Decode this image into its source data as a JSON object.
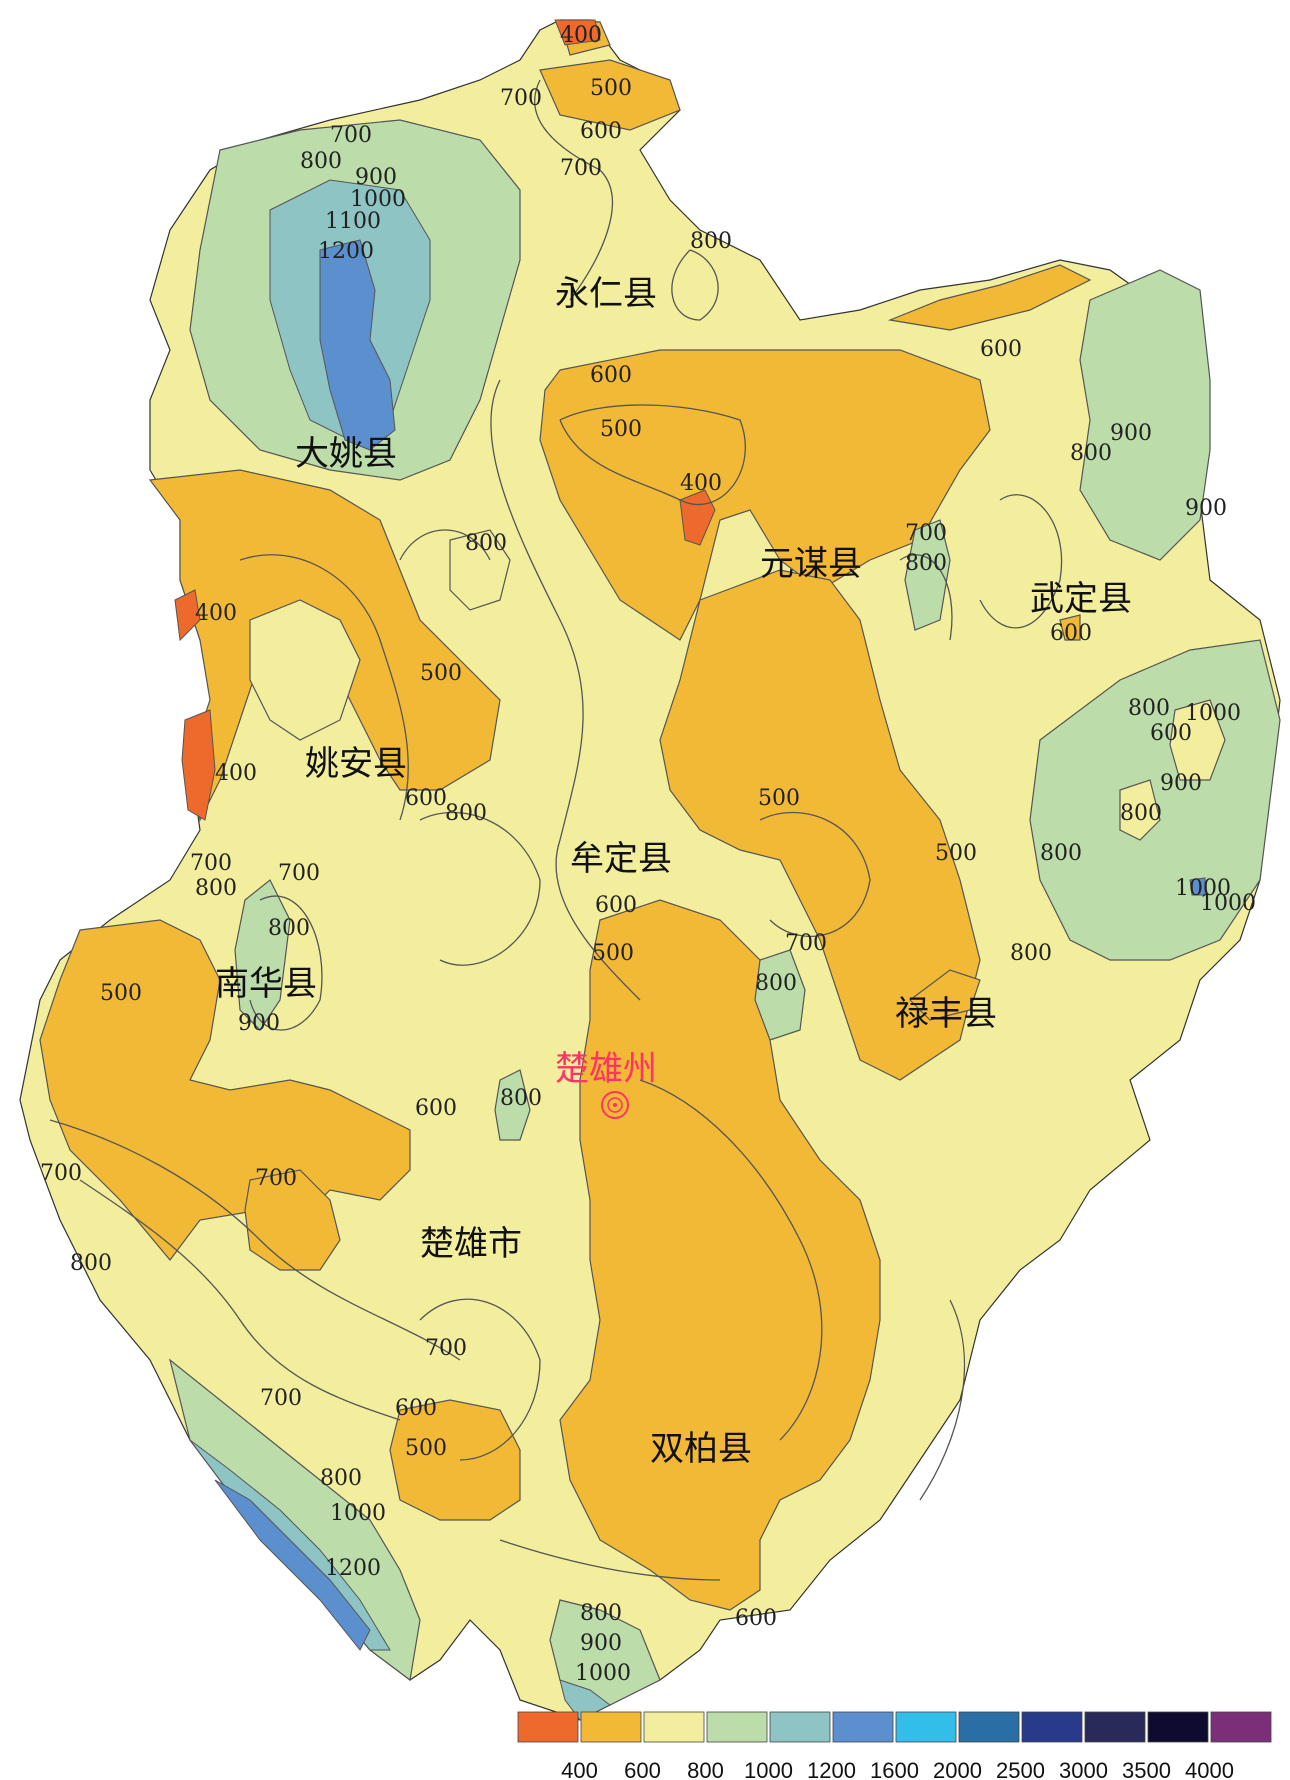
{
  "colors": {
    "background": "#ffffff",
    "land": "#f3ee9d",
    "band_400": "#ee6a2c",
    "band_500_600": "#f2b936",
    "band_800_1000": "#bcdcaa",
    "band_1000_1200": "#8ec4c4",
    "band_1200_1600": "#5b8fcd",
    "capital": "#ff3366",
    "contour_line": "#555555"
  },
  "counties": [
    {
      "name": "永仁县"
    },
    {
      "name": "大姚县"
    },
    {
      "name": "元谋县"
    },
    {
      "name": "武定县"
    },
    {
      "name": "姚安县"
    },
    {
      "name": "牟定县"
    },
    {
      "name": "南华县"
    },
    {
      "name": "禄丰县"
    },
    {
      "name": "楚雄市"
    },
    {
      "name": "双柏县"
    }
  ],
  "capital": {
    "name": "楚雄州",
    "icon": "capital-target-icon"
  },
  "contour_labels": [
    "400",
    "500",
    "700",
    "600",
    "700",
    "700",
    "800",
    "900",
    "1000",
    "1100",
    "1200",
    "800",
    "600",
    "600",
    "500",
    "400",
    "800",
    "700",
    "800",
    "900",
    "800",
    "900",
    "600",
    "400",
    "500",
    "400",
    "600",
    "800",
    "700",
    "800",
    "900",
    "500",
    "700",
    "800",
    "500",
    "600",
    "500",
    "800",
    "600",
    "700",
    "800",
    "500",
    "1000",
    "900",
    "800",
    "1000",
    "1000",
    "800",
    "800",
    "700",
    "600",
    "800",
    "700",
    "700",
    "600",
    "500",
    "800",
    "800",
    "1000",
    "1200",
    "700",
    "800",
    "900",
    "1000",
    "600"
  ],
  "legend": {
    "ticks": [
      "400",
      "600",
      "800",
      "1000",
      "1200",
      "1600",
      "2000",
      "2500",
      "3000",
      "3500",
      "4000"
    ],
    "colors": [
      "#ee6a2c",
      "#f2b936",
      "#f3ee9d",
      "#bcdcaa",
      "#8ec4c4",
      "#5b8fcd",
      "#33bde9",
      "#2a6ea6",
      "#283a8a",
      "#2a2a5a",
      "#0f0b30",
      "#7a2f78"
    ]
  }
}
